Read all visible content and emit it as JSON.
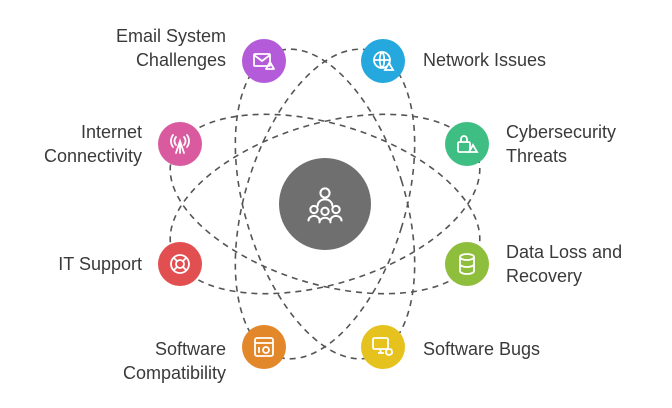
{
  "nodes": [
    {
      "id": "email",
      "label_lines": [
        "Email System",
        "Challenges"
      ],
      "color": "#b45bd9",
      "icon": "mail-alert-icon"
    },
    {
      "id": "network",
      "label_lines": [
        "Network Issues"
      ],
      "color": "#25a8dd",
      "icon": "globe-alert-icon"
    },
    {
      "id": "internet",
      "label_lines": [
        "Internet",
        "Connectivity"
      ],
      "color": "#d95a9e",
      "icon": "antenna-icon"
    },
    {
      "id": "cyber",
      "label_lines": [
        "Cybersecurity",
        "Threats"
      ],
      "color": "#3fbe84",
      "icon": "lock-alert-icon"
    },
    {
      "id": "itsupport",
      "label_lines": [
        "IT Support"
      ],
      "color": "#e24f50",
      "icon": "lifebuoy-icon"
    },
    {
      "id": "dataloss",
      "label_lines": [
        "Data Loss and",
        "Recovery"
      ],
      "color": "#8fbd3c",
      "icon": "database-icon"
    },
    {
      "id": "compat",
      "label_lines": [
        "Software",
        "Compatibility"
      ],
      "color": "#e2872a",
      "icon": "puzzle-window-icon"
    },
    {
      "id": "bugs",
      "label_lines": [
        "Software Bugs"
      ],
      "color": "#e6c21e",
      "icon": "bug-screen-icon"
    }
  ],
  "hub": {
    "color": "#6f6f6f",
    "icon": "people-network-icon"
  }
}
